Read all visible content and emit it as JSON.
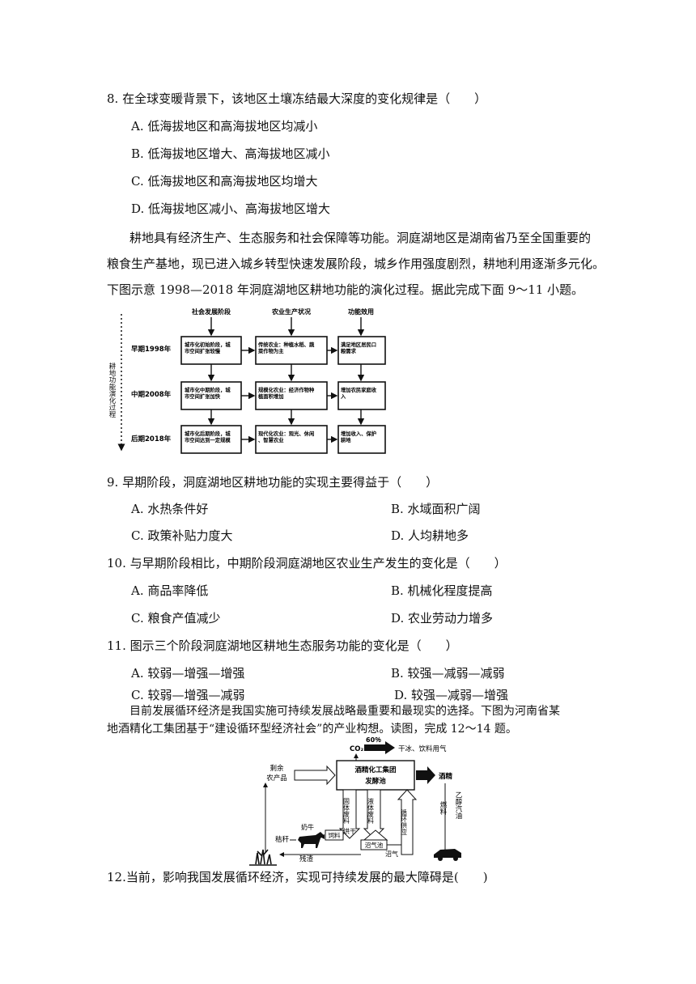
{
  "q8": {
    "stem": "8. 在全球变暖背景下，该地区土壤冻结最大深度的变化规律是（　　）",
    "a": "A. 低海拔地区和高海拔地区均减小",
    "b": "B. 低海拔地区增大、高海拔地区减小",
    "c": "C. 低海拔地区和高海拔地区均增大",
    "d": "D. 低海拔地区减小、高海拔地区增大"
  },
  "passage1": {
    "line1": "耕地具有经济生产、生态服务和社会保障等功能。洞庭湖地区是湖南省乃至全国重要的",
    "line2": "粮食生产基地，现已进入城乡转型快速发展阶段，城乡作用强度剧烈，耕地利用逐渐多元化。",
    "line3": "下图示意 1998—2018 年洞庭湖地区耕地功能的演化过程。据此完成下面 9～11 小题。"
  },
  "figure1": {
    "col_headers": [
      "社会发展阶段",
      "农业生产状况",
      "功能效用"
    ],
    "side_label": "耕地功能演化过程",
    "rows": [
      {
        "label": "早期1998年",
        "cells": [
          "城市化初始阶段，城市空间扩张较慢",
          "传统农业：种植水稻、蔬菜作物为主",
          "满足地区居民口粮需求"
        ]
      },
      {
        "label": "中期2008年",
        "cells": [
          "城市化中期阶段，城市空间扩张加快",
          "规模化农业：经济作物种植面积增加",
          "增加农民家庭收入"
        ]
      },
      {
        "label": "后期2018年",
        "cells": [
          "城市化后期阶段，城市空间达到一定规模",
          "现代化农业：观光、休闲、智慧农业",
          "增加收入、保护耕地"
        ]
      }
    ]
  },
  "q9": {
    "stem": "9. 早期阶段，洞庭湖地区耕地功能的实现主要得益于（　　）",
    "a": "A. 水热条件好",
    "b": "B. 水域面积广阔",
    "c": "C. 政策补贴力度大",
    "d": "D. 人均耕地多"
  },
  "q10": {
    "stem": "10. 与早期阶段相比，中期阶段洞庭湖地区农业生产发生的变化是（　　）",
    "a": "A. 商品率降低",
    "b": "B. 机械化程度提高",
    "c": "C. 粮食产值减少",
    "d": "D. 农业劳动力增多"
  },
  "q11": {
    "stem": "11. 图示三个阶段洞庭湖地区耕地生态服务功能的变化是（　　）",
    "a": "A. 较弱—增强—增强",
    "b": "B. 较强—减弱—减弱",
    "c": "C. 较弱—增强—减弱",
    "d": "D. 较强—减弱—增强"
  },
  "passage2": {
    "line1": "目前发展循环经济是我国实施可持续发展战略最重要和最现实的选择。下图为河南省某",
    "line2": "地酒精化工集团基于“建设循环型经济社会”的产业构想。读图，完成 12～14 题。"
  },
  "figure2": {
    "co2": "CO₂",
    "percent": "60％",
    "dry_ice": "干冰、饮料用气",
    "surplus": "剩余农产品",
    "plant": "酒精化工集团发酵池",
    "alcohol": "酒精",
    "fuel": "燃料",
    "ethanol": "乙醇汽油",
    "solid": "固体废料",
    "liquid": "液体废料",
    "cycle": "循环供应",
    "cow": "奶牛",
    "feed": "饲料",
    "dry": "烘干",
    "straw": "秸秆",
    "biogas_pool": "沼气池",
    "biogas": "沼气",
    "residue": "残渣"
  },
  "q12": {
    "stem": "12.当前，影响我国发展循环经济，实现可持续发展的最大障碍是(　　)"
  }
}
